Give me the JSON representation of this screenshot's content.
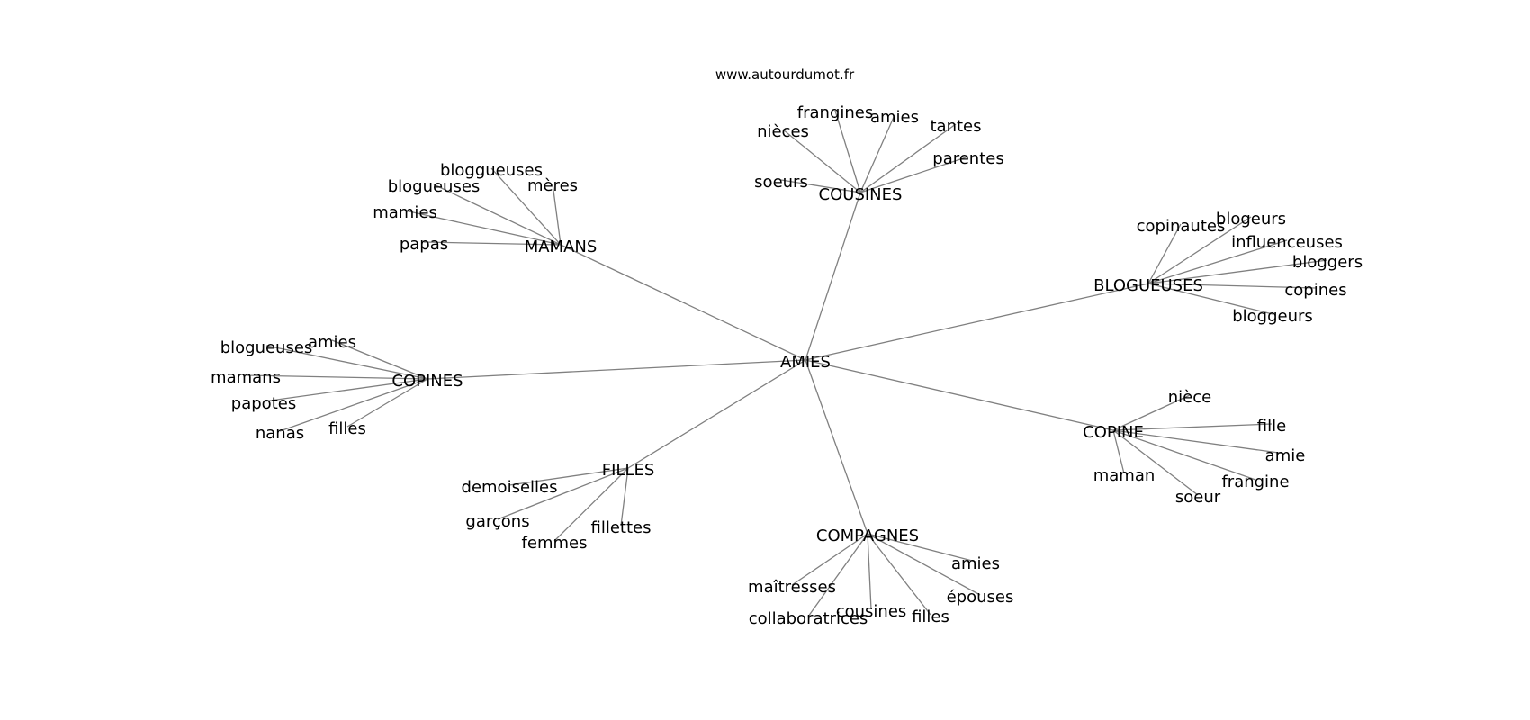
{
  "source": "www.autourdumot.fr",
  "graph": {
    "root": "AMIES",
    "groups": [
      {
        "hub": "COUSINES",
        "leaves": [
          "frangines",
          "amies",
          "nièces",
          "tantes",
          "parentes",
          "soeurs"
        ]
      },
      {
        "hub": "MAMANS",
        "leaves": [
          "bloggueuses",
          "blogueuses",
          "mères",
          "mamies",
          "papas"
        ]
      },
      {
        "hub": "BLOGUEUSES",
        "leaves": [
          "copinautes",
          "blogeurs",
          "influenceuses",
          "bloggers",
          "copines",
          "bloggeurs"
        ]
      },
      {
        "hub": "COPINES",
        "leaves": [
          "amies",
          "blogueuses",
          "mamans",
          "papotes",
          "nanas",
          "filles"
        ]
      },
      {
        "hub": "COPINE",
        "leaves": [
          "nièce",
          "fille",
          "amie",
          "maman",
          "frangine",
          "soeur"
        ]
      },
      {
        "hub": "FILLES",
        "leaves": [
          "demoiselles",
          "garçons",
          "fillettes",
          "femmes"
        ]
      },
      {
        "hub": "COMPAGNES",
        "leaves": [
          "amies",
          "maîtresses",
          "épouses",
          "cousines",
          "filles",
          "collaboratrices"
        ]
      }
    ]
  }
}
